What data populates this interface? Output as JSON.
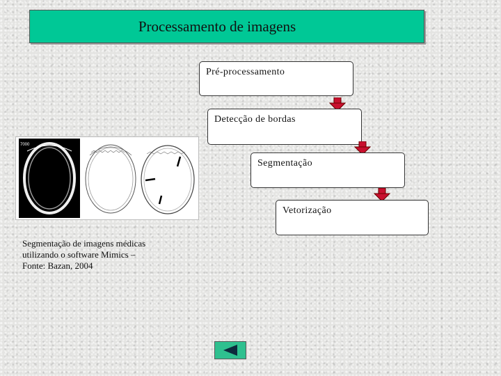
{
  "title": "Processamento de imagens",
  "flow": {
    "steps": [
      {
        "label": "Pré-processamento"
      },
      {
        "label": "Detecção de bordas"
      },
      {
        "label": "Segmentação"
      },
      {
        "label": "Vetorização"
      }
    ]
  },
  "figure": {
    "caption_lines": [
      "Segmentação  de imagens médicas",
      "utilizando o software Mimics –",
      "Fonte: Bazan, 2004"
    ],
    "corner_text": "7000"
  },
  "navigation": {
    "back_icon": "triangle-left-icon"
  },
  "colors": {
    "title_background": "#00c896",
    "arrow_fill": "#c8102e",
    "nav_button": "#2fc08f"
  }
}
